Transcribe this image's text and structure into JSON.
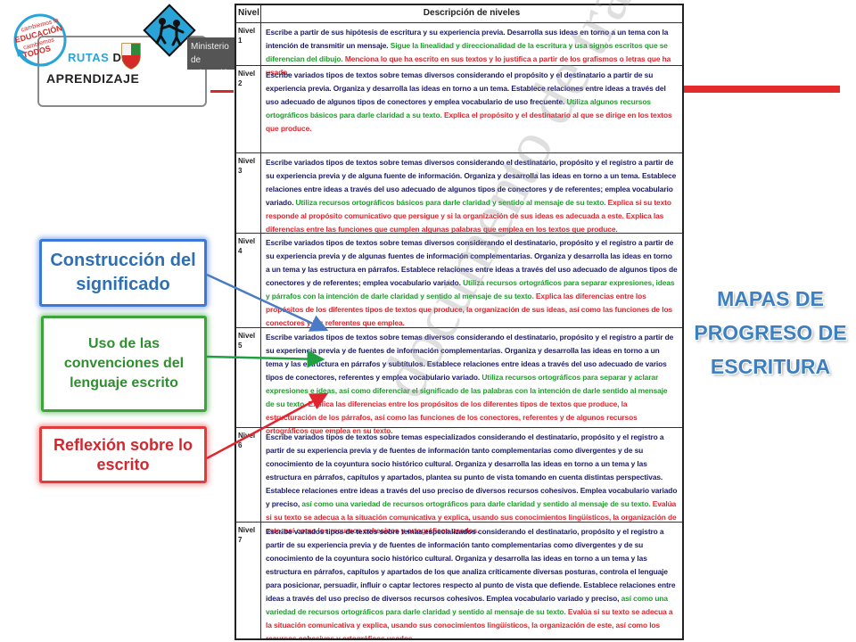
{
  "header": {
    "rutas_word_a": "RUTAS",
    "rutas_word_b": "DEL",
    "aprendizaje": "APRENDIZAJE",
    "campaign_lines": [
      "cambiemos la",
      "EDUCACIÓN",
      "cambiemos",
      "TODOS"
    ],
    "ministry_lines": [
      "Ministerio",
      "de Educación"
    ]
  },
  "table": {
    "col_level": "Nivel",
    "col_desc": "Descripción de niveles",
    "rows": [
      {
        "level": "Nivel 1",
        "desc": [
          {
            "c": "k",
            "t": "Escribe a partir de sus hipótesis de escritura y su experiencia previa. Desarrolla sus ideas en torno a un tema con la intención de transmitir un mensaje. "
          },
          {
            "c": "g",
            "t": "Sigue la linealidad y direccionalidad de la escritura y usa signos escritos que se diferencian del dibujo. "
          },
          {
            "c": "r",
            "t": "Menciona lo que ha escrito en sus textos y lo justifica a partir de los grafismos o letras que ha usado."
          }
        ]
      },
      {
        "level": "Nivel 2",
        "desc": [
          {
            "c": "k",
            "t": "Escribe variados tipos de textos sobre temas diversos considerando el propósito y el destinatario a partir de su experiencia previa. Organiza y desarrolla las ideas en torno a un tema. Establece relaciones entre ideas a través del uso adecuado de algunos tipos de conectores y emplea vocabulario de uso frecuente. "
          },
          {
            "c": "g",
            "t": "Utiliza algunos recursos ortográficos básicos para darle claridad a su texto. "
          },
          {
            "c": "r",
            "t": "Explica el propósito y el destinatario al que se dirige en los textos que produce."
          }
        ]
      },
      {
        "level": "Nivel 3",
        "desc": [
          {
            "c": "k",
            "t": "Escribe variados tipos de textos sobre temas diversos considerando el destinatario, propósito y el registro a partir de su experiencia previa y de alguna fuente de información. Organiza y desarrolla las ideas en torno a un tema. Establece relaciones entre ideas a través del uso adecuado de algunos tipos de conectores y de referentes; emplea vocabulario variado. "
          },
          {
            "c": "g",
            "t": "Utiliza recursos ortográficos básicos para darle claridad y sentido al mensaje de su texto. "
          },
          {
            "c": "r",
            "t": "Explica si su texto responde al propósito comunicativo que persigue y si la organización de sus ideas es adecuada a este. Explica las diferencias entre las funciones que cumplen algunas palabras que emplea en los textos que produce."
          }
        ]
      },
      {
        "level": "Nivel 4",
        "desc": [
          {
            "c": "k",
            "t": "Escribe variados tipos de textos sobre temas diversos considerando el destinatario, propósito y el registro a partir de su experiencia previa y de algunas fuentes de información complementarias. Organiza y desarrolla las ideas en torno a un tema y las estructura en párrafos. Establece relaciones entre ideas a través del uso adecuado de algunos tipos de conectores y de referentes; emplea vocabulario variado. "
          },
          {
            "c": "g",
            "t": "Utiliza recursos ortográficos para separar expresiones, ideas y párrafos con la intención de darle claridad y sentido al mensaje de su texto. "
          },
          {
            "c": "r",
            "t": "Explica las diferencias entre los propósitos de los diferentes tipos de textos que produce, la organización de sus ideas, así como las funciones de los conectores y los referentes que emplea."
          }
        ]
      },
      {
        "level": "Nivel 5",
        "desc": [
          {
            "c": "k",
            "t": "Escribe variados tipos de textos sobre temas diversos considerando el destinatario, propósito y el registro a partir de su experiencia previa y de fuentes de información complementarias. Organiza y desarrolla las ideas en torno a un tema y las estructura en párrafos y subtítulos. Establece relaciones entre ideas a través del uso adecuado de varios tipos de conectores, referentes y emplea vocabulario variado. "
          },
          {
            "c": "g",
            "t": "Utiliza recursos ortográficos para separar y aclarar expresiones e ideas, así como diferenciar el significado de las palabras con la intención de darle sentido al mensaje de su texto. "
          },
          {
            "c": "r",
            "t": "Explica las diferencias entre los propósitos de los diferentes tipos de textos que produce, la estructuración de los párrafos, así como las funciones de los conectores, referentes y de algunos recursos ortográficos que emplea en su texto."
          }
        ]
      },
      {
        "level": "Nivel 6",
        "desc": [
          {
            "c": "k",
            "t": "Escribe variados tipos de textos sobre temas especializados considerando el destinatario, propósito y el registro a partir de su experiencia previa y de fuentes de información tanto complementarias como divergentes y de su conocimiento de la coyuntura socio histórico cultural. Organiza y desarrolla las ideas en torno a un tema y las estructura en párrafos, capítulos y apartados, plantea su punto de vista tomando en cuenta distintas perspectivas. Establece relaciones entre ideas a través del uso preciso de diversos recursos cohesivos. Emplea vocabulario variado y preciso, "
          },
          {
            "c": "g",
            "t": "así como una variedad de recursos ortográficos para darle claridad y sentido al mensaje de su texto. "
          },
          {
            "c": "r",
            "t": "Evalúa si su texto se adecua a la situación comunicativa y explica, usando sus conocimientos lingüísticos, la organización de este, así como los recursos cohesivos y ortográficos usados."
          }
        ]
      },
      {
        "level": "Nivel 7",
        "desc": [
          {
            "c": "k",
            "t": "Escribe variados tipos de textos sobre temas especializados considerando el destinatario, propósito y el registro a partir de su experiencia previa y de fuentes de información tanto complementarias como divergentes y de su conocimiento de la coyuntura socio histórico cultural. Organiza y desarrolla las ideas en torno a un tema y las estructura en párrafos, capítulos y apartados de los que analiza críticamente diversas posturas, controla el lenguaje para posicionar, persuadir, influir o captar lectores respecto al punto de vista que defiende. Establece relaciones entre ideas a través del uso preciso de diversos recursos cohesivos. Emplea vocabulario variado y preciso, "
          },
          {
            "c": "g",
            "t": "así como una variedad de recursos ortográficos para darle claridad y sentido al mensaje de su texto. "
          },
          {
            "c": "r",
            "t": "Evalúa si su texto se adecua a la situación comunicativa y explica, usando sus conocimientos lingüísticos, la organización de este, así como los recursos cohesivos y ortográficos usados."
          }
        ]
      }
    ]
  },
  "labels": {
    "construccion": "Construcción del significado",
    "convenciones": "Uso de las convenciones del lenguaje escrito",
    "reflexion": "Reflexión sobre lo escrito"
  },
  "title": "MAPAS DE PROGRESO DE ESCRITURA",
  "colors": {
    "blue": "#3b78d8",
    "green": "#3ba53b",
    "red": "#e23b3b",
    "title_blue": "#3d7fc1"
  }
}
